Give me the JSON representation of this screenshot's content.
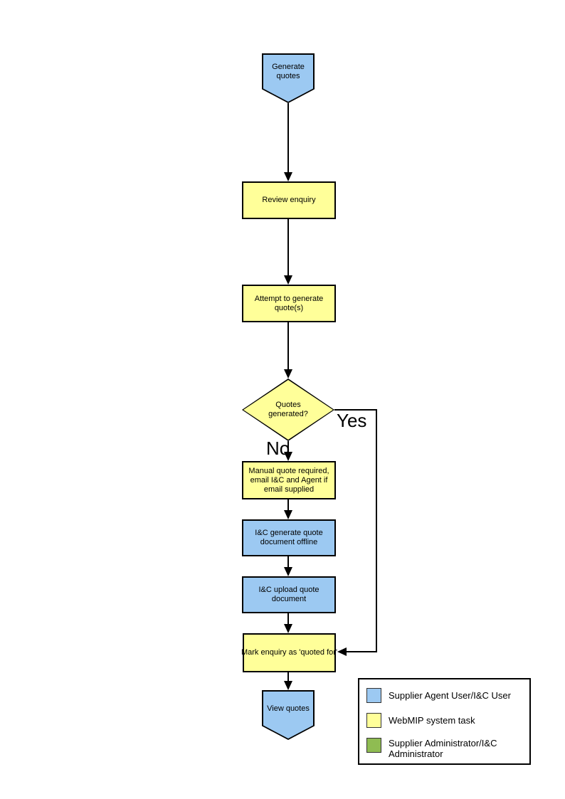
{
  "flowchart": {
    "start": {
      "label": "Generate quotes",
      "shape": "off-page-connector",
      "color": "#9cc9f2"
    },
    "review": {
      "label": "Review enquiry",
      "color": "#ffff99"
    },
    "attempt": {
      "label": "Attempt to generate quote(s)",
      "color": "#ffff99"
    },
    "decision": {
      "label": "Quotes generated?",
      "yes_label": "Yes",
      "no_label": "No",
      "color": "#ffff99"
    },
    "manual": {
      "label": "Manual quote required, email I&C and Agent if email supplied",
      "color": "#ffff99"
    },
    "offline": {
      "label": "I&C generate quote document offline",
      "color": "#9cc9f2"
    },
    "upload": {
      "label": "I&C upload quote document",
      "color": "#9cc9f2"
    },
    "mark": {
      "label": "Mark enquiry as 'quoted for'",
      "color": "#ffff99"
    },
    "end": {
      "label": "View quotes",
      "shape": "off-page-connector",
      "color": "#9cc9f2"
    }
  },
  "legend": {
    "items": [
      {
        "label": "Supplier Agent User/I&C User",
        "color": "#9cc9f2"
      },
      {
        "label": "WebMIP system task",
        "color": "#ffff99"
      },
      {
        "label": "Supplier Administrator/I&C Administrator",
        "color": "#8fbc52"
      }
    ]
  },
  "colors": {
    "user_task": "#9cc9f2",
    "system_task": "#ffff99",
    "admin_task": "#8fbc52",
    "line": "#000000",
    "background": "#ffffff"
  }
}
